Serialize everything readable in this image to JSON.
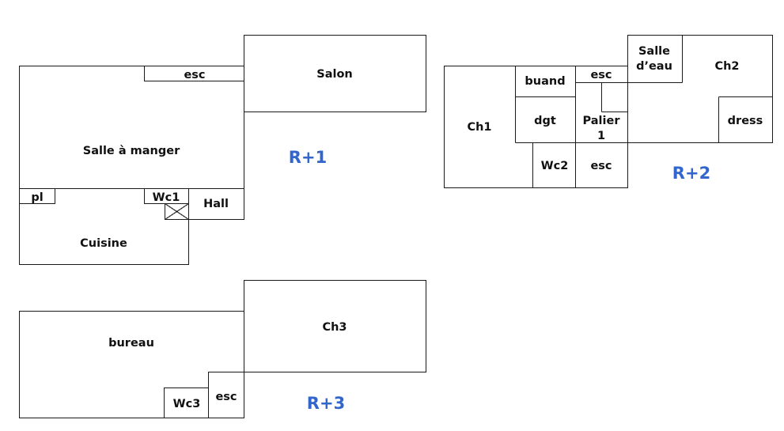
{
  "colors": {
    "wall": "#1a1a1a",
    "label": "#111111",
    "level": "#3366cc"
  },
  "levels": [
    {
      "label": "R+1",
      "rooms": [
        "esc",
        "Salon",
        "Salle à manger",
        "pl",
        "Wc1",
        "Hall",
        "Cuisine"
      ]
    },
    {
      "label": "R+2",
      "rooms": [
        "buand",
        "esc",
        "Salle",
        "d’eau",
        "Ch2",
        "Ch1",
        "dgt",
        "Palier",
        "1",
        "dress",
        "Wc2",
        "esc"
      ]
    },
    {
      "label": "R+3",
      "rooms": [
        "Ch3",
        "bureau",
        "Wc3",
        "esc"
      ]
    }
  ]
}
